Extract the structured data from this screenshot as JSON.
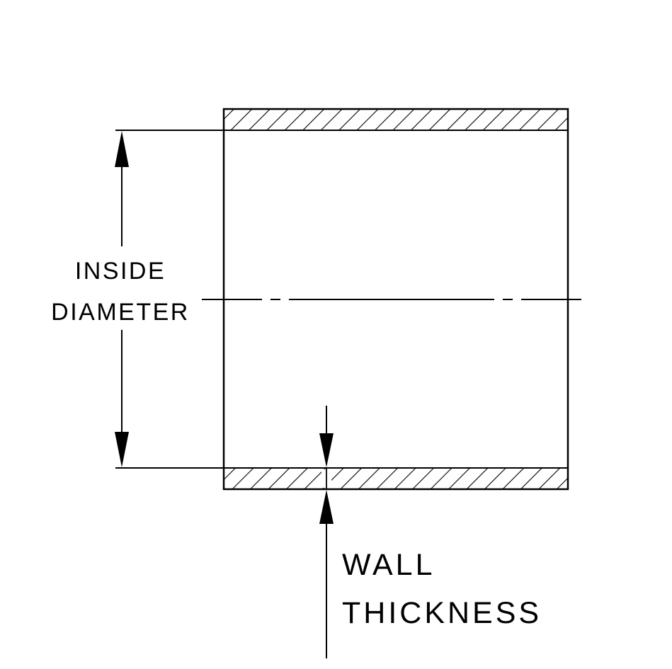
{
  "figure": {
    "kind": "tube-cross-section-technical-drawing",
    "colors": {
      "line": "#000000",
      "background": "#ffffff"
    },
    "labels": {
      "inside_diameter": {
        "line1": "INSIDE",
        "line2": "DIAMETER"
      },
      "wall_thickness": {
        "line1": "WALL",
        "line2": "THICKNESS"
      }
    }
  }
}
